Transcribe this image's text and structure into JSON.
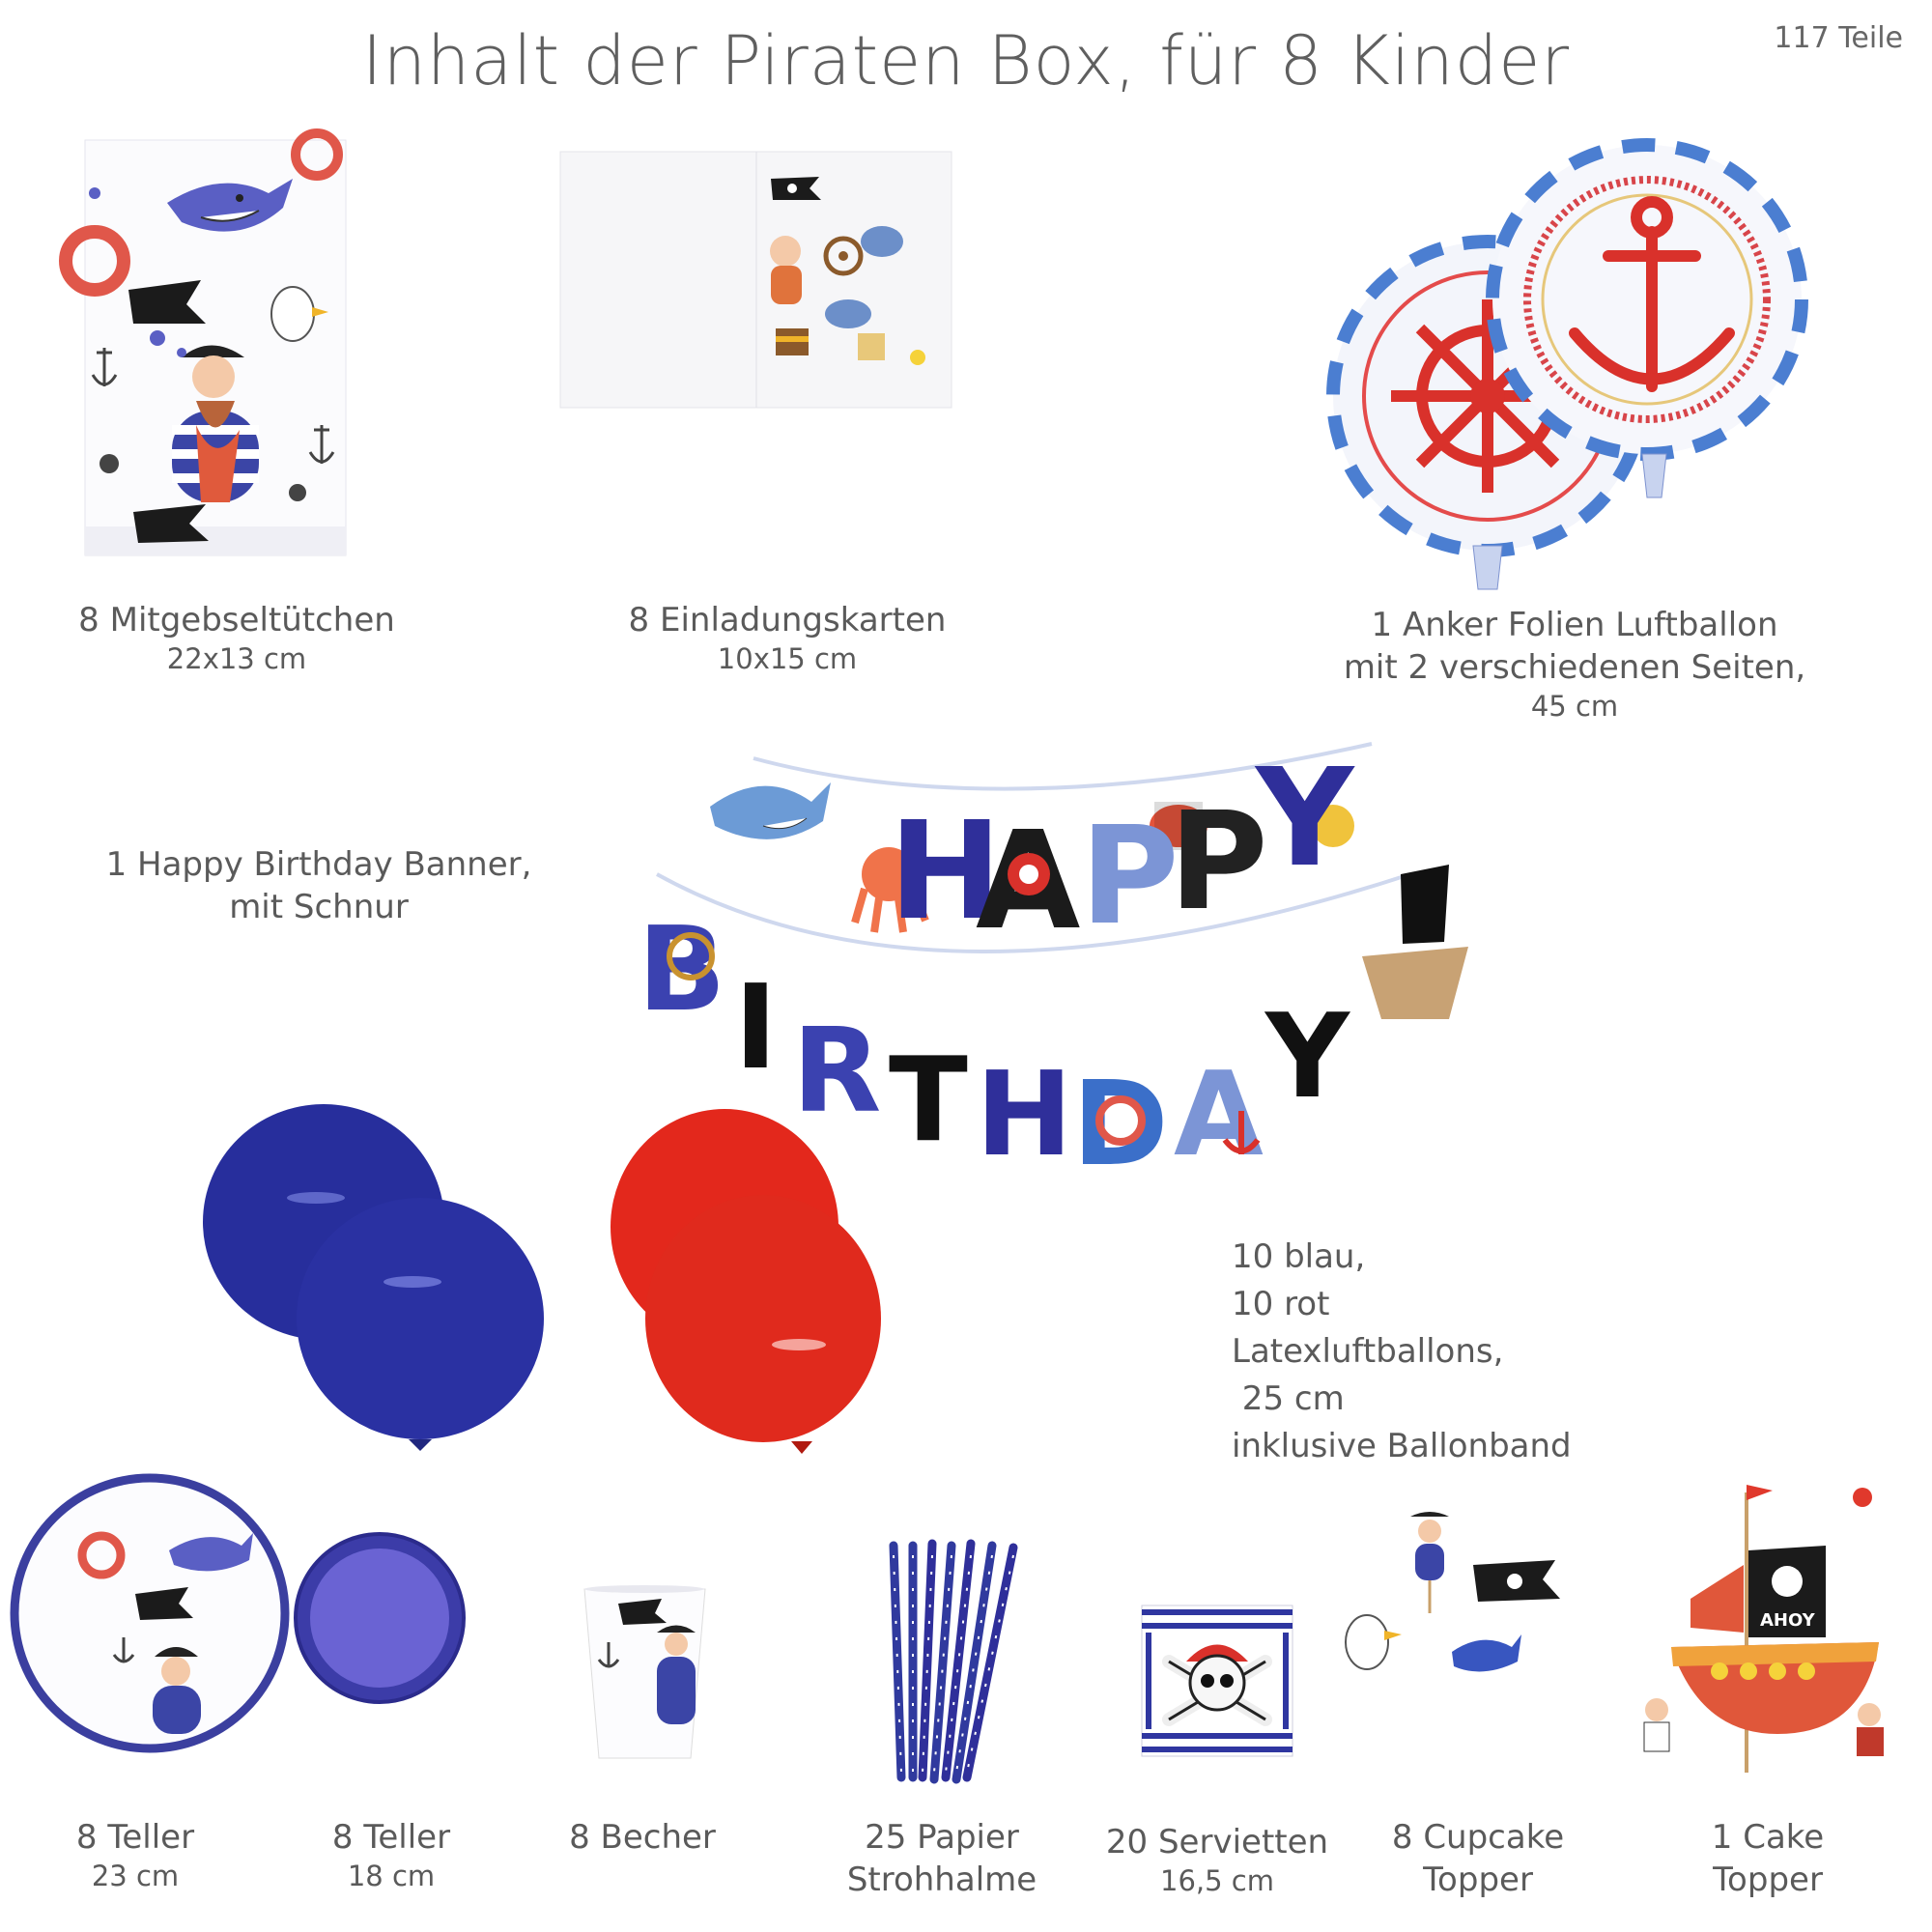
{
  "title": "Inhalt der Piraten Box, für 8 Kinder",
  "piece_count": "117 Teile",
  "items": {
    "bags": {
      "name": "8 Mitgebseltütchen",
      "size": "22x13 cm"
    },
    "invites": {
      "name": "8 Einladungskarten",
      "size": "10x15 cm"
    },
    "foil_balloon": {
      "line1": "1 Anker Folien Luftballon",
      "line2": "mit 2 verschiedenen Seiten,",
      "size": "45 cm"
    },
    "banner": {
      "line1": "1 Happy Birthday Banner,",
      "line2": "mit Schnur",
      "letters_top": "HAPPY",
      "letters_bottom": "BIRTHDAY"
    },
    "latex_balloons": {
      "text": "10 blau,\n10 rot\nLatexluftballons,\n 25 cm\ninklusive Ballonband"
    },
    "plates_large": {
      "name": "8 Teller",
      "size": "23 cm"
    },
    "plates_small": {
      "name": "8 Teller",
      "size": "18 cm"
    },
    "cups": {
      "name": "8 Becher"
    },
    "straws": {
      "line1": "25 Papier",
      "line2": "Strohhalme"
    },
    "napkins": {
      "name": "20 Servietten",
      "size": "16,5 cm"
    },
    "cupcake_topper": {
      "line1": "8 Cupcake",
      "line2": "Topper"
    },
    "cake_topper": {
      "line1": "1 Cake",
      "line2": "Topper",
      "sign": "AHOY"
    }
  },
  "colors": {
    "navy": "#2a2d8f",
    "red": "#d92b1f",
    "black": "#1b1b1b",
    "sky": "#6f8fd0"
  }
}
